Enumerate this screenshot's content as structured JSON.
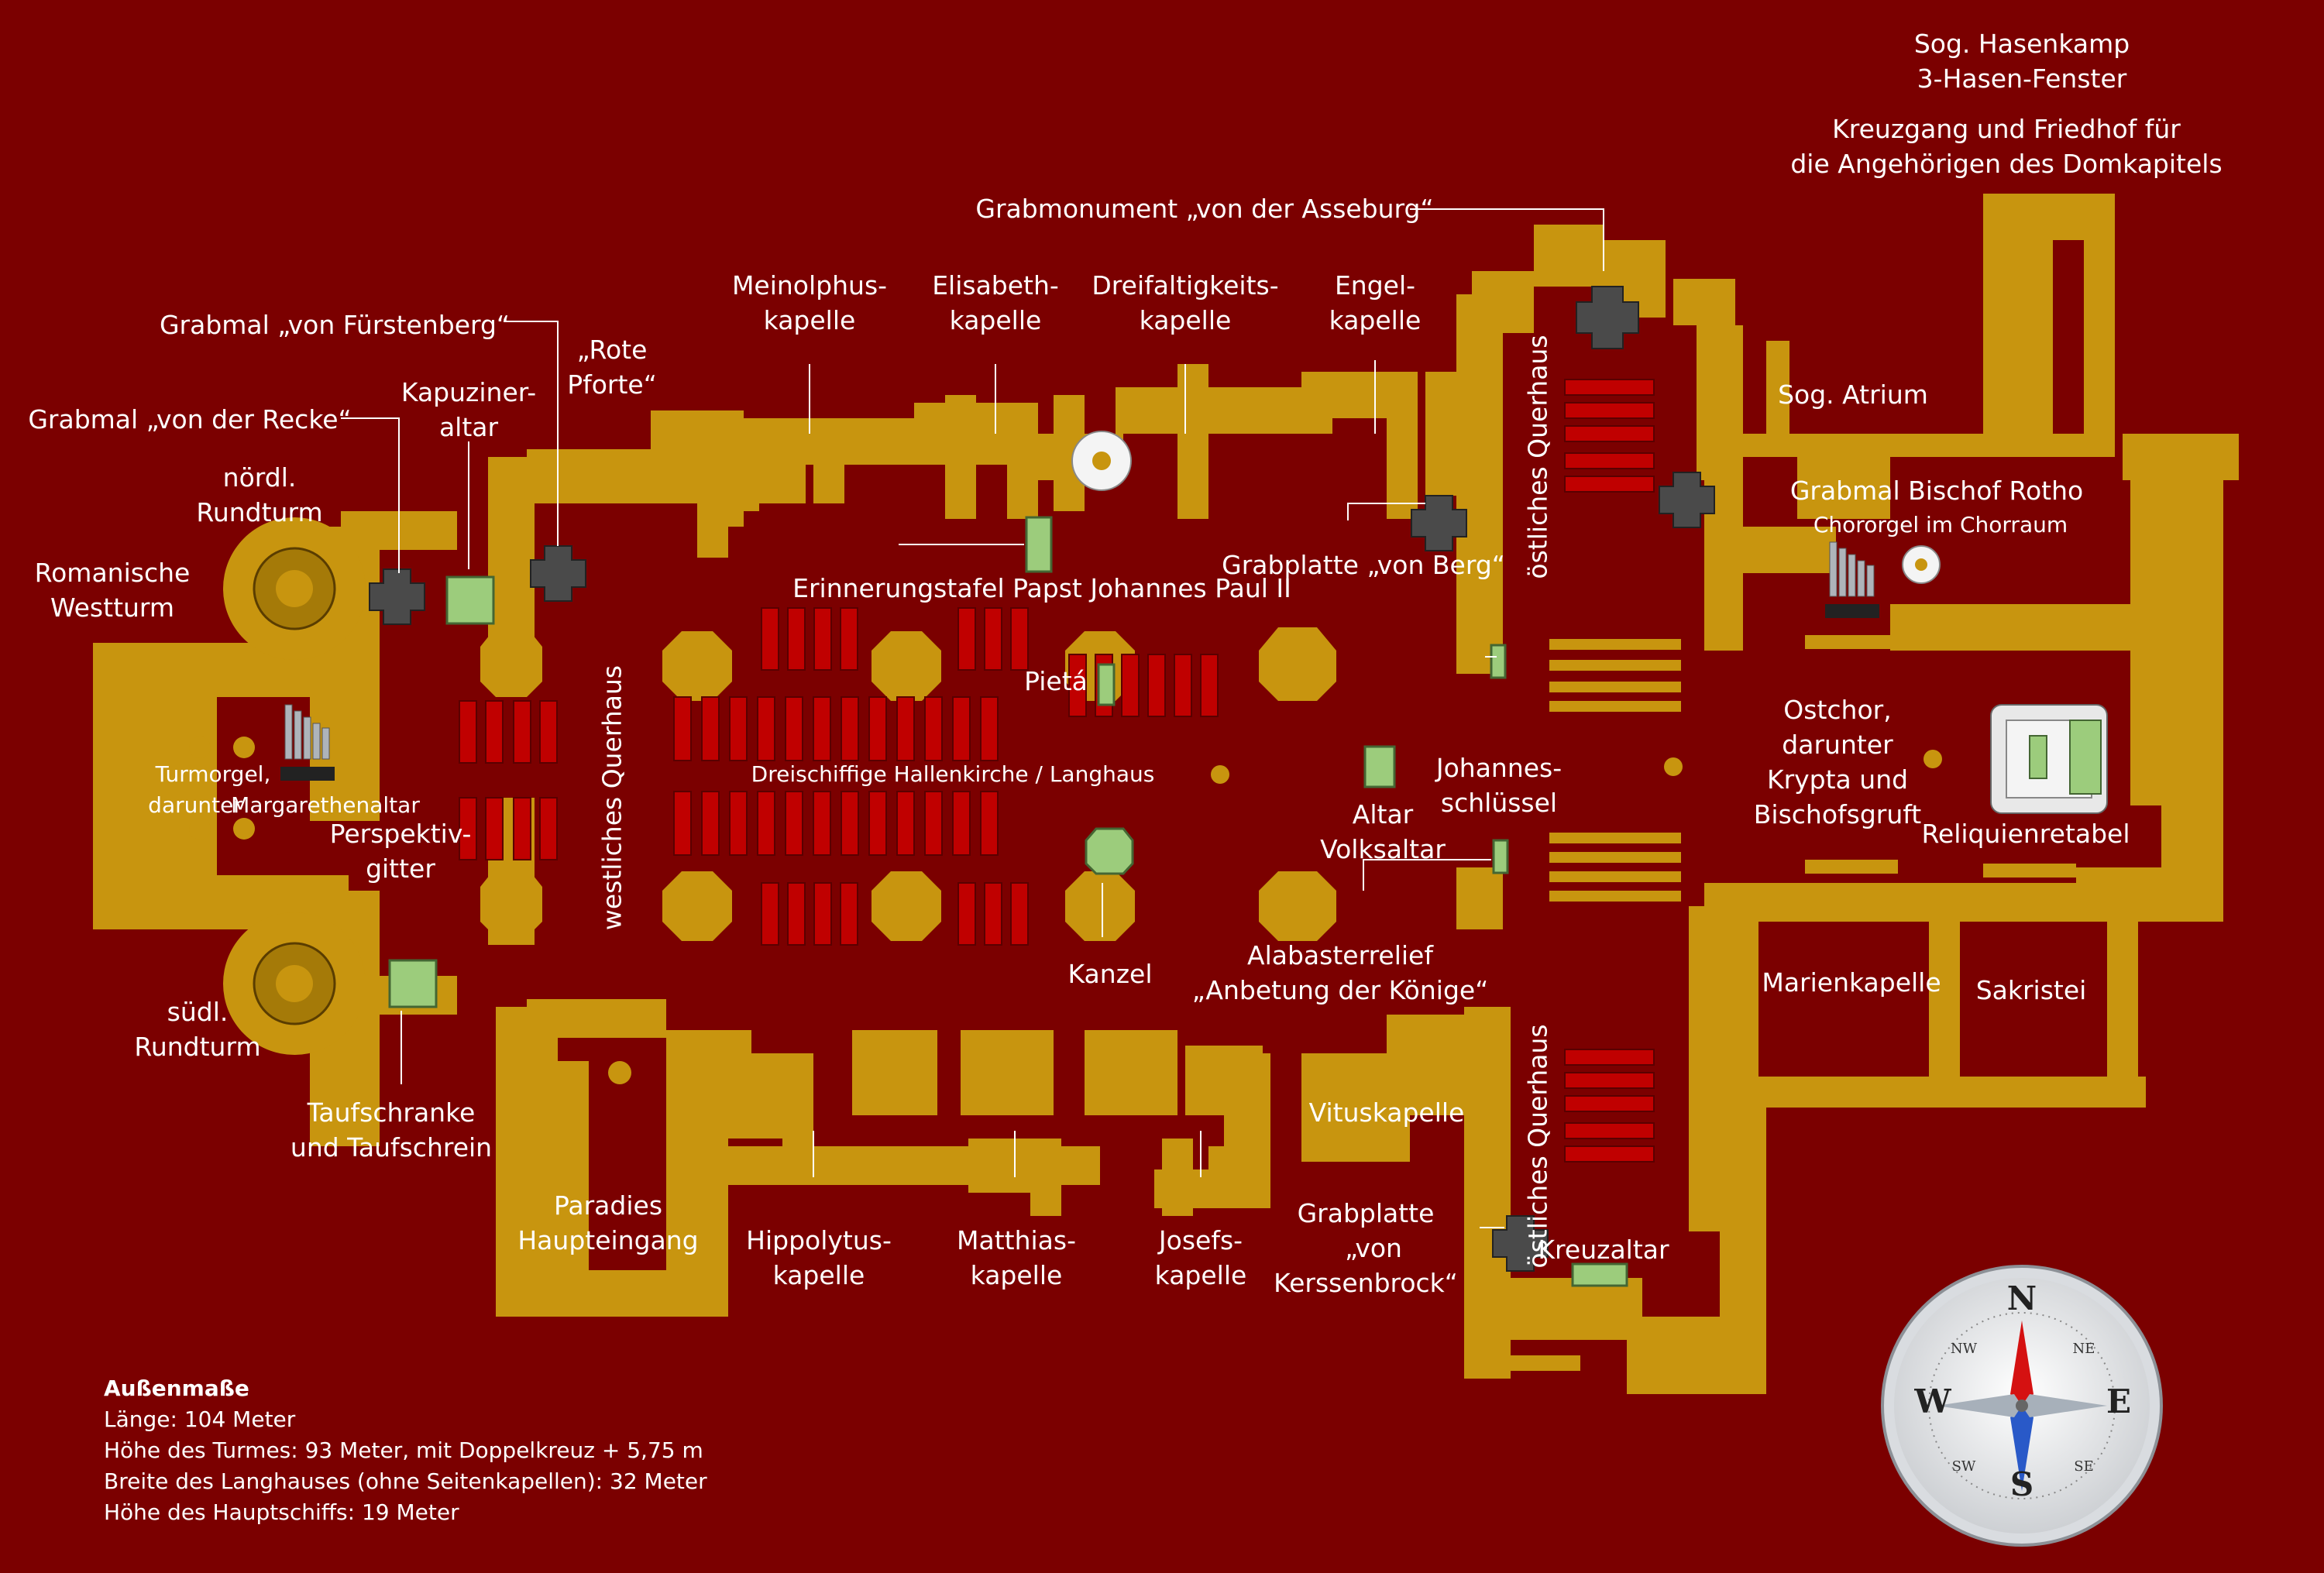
{
  "colors": {
    "background": "#7b0000",
    "walls": "#c8950f",
    "pews": "#c00000",
    "markers": "#4a4a4a",
    "altar_green": "#9ccc7c",
    "label_text": "#ffffff"
  },
  "labels": {
    "hasenkamp": "Sog. Hasenkamp",
    "hasen_fenster": "3-Hasen-Fenster",
    "kreuzgang_1": "Kreuzgang und Friedhof für",
    "kreuzgang_2": "die Angehörigen des Domkapitels",
    "asseburg": "Grabmonument „von der Asseburg“",
    "meinolphus_1": "Meinolphus-",
    "meinolphus_2": "kapelle",
    "elisabeth_1": "Elisabeth-",
    "elisabeth_2": "kapelle",
    "dreifaltigkeit_1": "Dreifaltigkeits-",
    "dreifaltigkeit_2": "kapelle",
    "engel_1": "Engel-",
    "engel_2": "kapelle",
    "fuerstenberg": "Grabmal „von Fürstenberg“",
    "rote_1": "„Rote",
    "rote_2": "Pforte“",
    "recke": "Grabmal „von der Recke“",
    "kapuziner_1": "Kapuziner-",
    "kapuziner_2": "altar",
    "noerdl_1": "nördl.",
    "noerdl_2": "Rundturm",
    "westturm_1": "Romanische",
    "westturm_2": "Westturm",
    "atrium": "Sog. Atrium",
    "rotho": "Grabmal Bischof Rotho",
    "chororgel": "Chororgel im Chorraum",
    "east_transept": "östliches Querhaus",
    "west_transept": "westliches Querhaus",
    "berg": "Grabplatte „von Berg“",
    "erinnerung": "Erinnerungstafel Papst Johannes Paul II",
    "pieta": "Pietá",
    "turmorgel_1": "Turmorgel,",
    "turmorgel_2": "darunter",
    "margarethen": "Margarethenaltar",
    "hallenkirche": "Dreischiffige Hallenkirche / Langhaus",
    "perspektiv_1": "Perspektiv-",
    "perspektiv_2": "gitter",
    "altar_1": "Altar",
    "altar_2": "Volksaltar",
    "johannes_1": "Johannes-",
    "johannes_2": "schlüssel",
    "ostchor_1": "Ostchor,",
    "ostchor_2": "darunter",
    "ostchor_3": "Krypta und",
    "ostchor_4": "Bischofsgruft",
    "reliquien": "Reliquienretabel",
    "kanzel": "Kanzel",
    "alabaster_1": "Alabasterrelief",
    "alabaster_2": "„Anbetung der Könige“",
    "marien": "Marienkapelle",
    "sakristei": "Sakristei",
    "suedl_1": "südl.",
    "suedl_2": "Rundturm",
    "tauf_1": "Taufschranke",
    "tauf_2": "und Taufschrein",
    "vitus": "Vituskapelle",
    "paradies_1": "Paradies",
    "paradies_2": "Haupteingang",
    "hippolytus_1": "Hippolytus-",
    "hippolytus_2": "kapelle",
    "matthias_1": "Matthias-",
    "matthias_2": "kapelle",
    "josefs_1": "Josefs-",
    "josefs_2": "kapelle",
    "kerssenbrock_1": "Grabplatte",
    "kerssenbrock_2": "„von",
    "kerssenbrock_3": "Kerssenbrock“",
    "kreuzaltar": "Kreuzaltar"
  },
  "info": {
    "heading": "Außenmaße",
    "laenge": "Länge: 104 Meter",
    "turm": "Höhe des Turmes: 93 Meter, mit Doppelkreuz  + 5,75 m",
    "breite": "Breite des Langhauses (ohne Seitenkapellen): 32 Meter",
    "hauptschiff": "Höhe des Hauptschiffs: 19 Meter"
  },
  "compass": {
    "n": "N",
    "s": "S",
    "e": "E",
    "w": "W",
    "ne": "NE",
    "nw": "NW",
    "se": "SE",
    "sw": "SW"
  }
}
